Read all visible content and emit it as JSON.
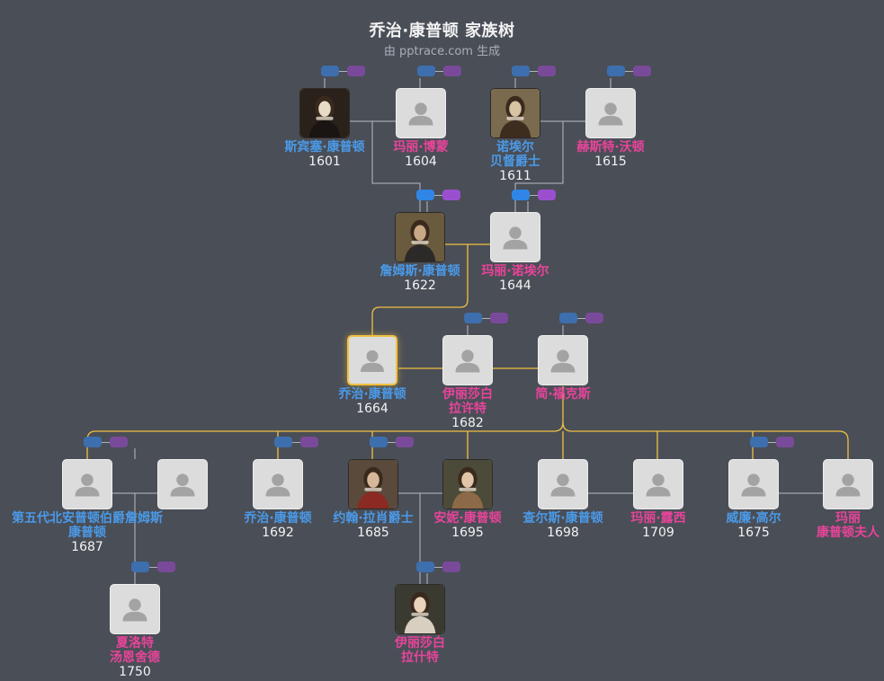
{
  "title": "乔治·康普顿 家族树",
  "subtitle": "由 pptrace.com 生成",
  "colors": {
    "background": "#4a4e57",
    "male": "#4a9ae8",
    "female": "#e8449a",
    "line": "#b8bcc4",
    "highlight_line": "#f0c040"
  },
  "people": {
    "p1": {
      "name": "斯宾塞·康普顿",
      "year": "1601",
      "gender": "male",
      "photo": "portrait-dark"
    },
    "p2": {
      "name": "玛丽·博蒙",
      "year": "1604",
      "gender": "female",
      "photo": null
    },
    "p3": {
      "name": "诺埃尔\n贝督爵士",
      "year": "1611",
      "gender": "male",
      "photo": "portrait-wig"
    },
    "p4": {
      "name": "赫斯特·沃顿",
      "year": "1615",
      "gender": "female",
      "photo": null
    },
    "p5": {
      "name": "詹姆斯·康普顿",
      "year": "1622",
      "gender": "male",
      "photo": "portrait-armor"
    },
    "p6": {
      "name": "玛丽·诺埃尔",
      "year": "1644",
      "gender": "female",
      "photo": null
    },
    "p7": {
      "name": "乔治·康普顿",
      "year": "1664",
      "gender": "male",
      "photo": null,
      "selected": true
    },
    "p8": {
      "name": "伊丽莎白\n拉许特",
      "year": "1682",
      "gender": "female",
      "photo": null
    },
    "p9": {
      "name": "简·福克斯",
      "year": "",
      "gender": "female",
      "photo": null
    },
    "p10": {
      "name": "第五代北安普顿伯爵詹姆斯\n康普顿",
      "year": "1687",
      "gender": "male",
      "photo": null
    },
    "p11": {
      "name": "",
      "year": "",
      "gender": "female",
      "photo": null
    },
    "p12": {
      "name": "乔治·康普顿",
      "year": "1692",
      "gender": "male",
      "photo": null
    },
    "p13": {
      "name": "约翰·拉肖爵士",
      "year": "1685",
      "gender": "male",
      "photo": "portrait-red"
    },
    "p14": {
      "name": "安妮·康普顿",
      "year": "1695",
      "gender": "female",
      "photo": "portrait-lady"
    },
    "p15": {
      "name": "查尔斯·康普顿",
      "year": "1698",
      "gender": "male",
      "photo": null
    },
    "p16": {
      "name": "玛丽·露西",
      "year": "1709",
      "gender": "female",
      "photo": null
    },
    "p17": {
      "name": "威廉·高尔",
      "year": "1675",
      "gender": "male",
      "photo": null
    },
    "p18": {
      "name": "玛丽\n康普顿夫人",
      "year": "",
      "gender": "female",
      "photo": null
    },
    "p19": {
      "name": "夏洛特\n汤恩舍德",
      "year": "1750",
      "gender": "female",
      "photo": null
    },
    "p20": {
      "name": "伊丽莎白\n拉什特",
      "year": "",
      "gender": "female",
      "photo": "portrait-girl"
    }
  }
}
